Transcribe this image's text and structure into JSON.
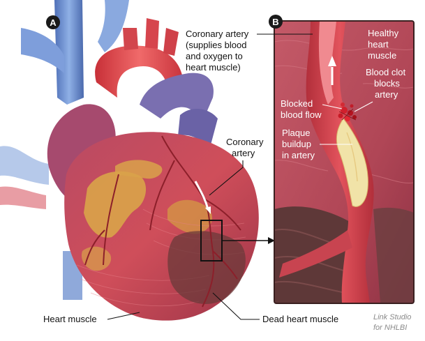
{
  "panels": {
    "a": {
      "badge": "A"
    },
    "b": {
      "badge": "B"
    }
  },
  "labels": {
    "coronary_artery_main": [
      "Coronary artery",
      "(supplies blood",
      "and oxygen to",
      "heart muscle)"
    ],
    "coronary_artery_small": [
      "Coronary",
      "artery"
    ],
    "heart_muscle": "Heart muscle",
    "dead_heart_muscle": "Dead heart muscle",
    "healthy_heart_muscle": [
      "Healthy",
      "heart",
      "muscle"
    ],
    "blood_clot": [
      "Blood clot",
      "blocks",
      "artery"
    ],
    "blocked_blood_flow": [
      "Blocked",
      "blood flow"
    ],
    "plaque_buildup": [
      "Plaque",
      "buildup",
      "in artery"
    ]
  },
  "credit": [
    "Link Studio",
    "for NHLBI"
  ],
  "colors": {
    "badge": "#1a1a1a",
    "panel_border": "#3a2020",
    "muscle_b": "#b84a5a",
    "artery_wall": "#c33a48",
    "plaque": "#f1e3a8",
    "aorta": "#e2494e",
    "vein": "#6d8fd0",
    "heart": "#c94b5a",
    "fat": "#d9a24a",
    "dead_tissue": "#6b3a3a"
  }
}
